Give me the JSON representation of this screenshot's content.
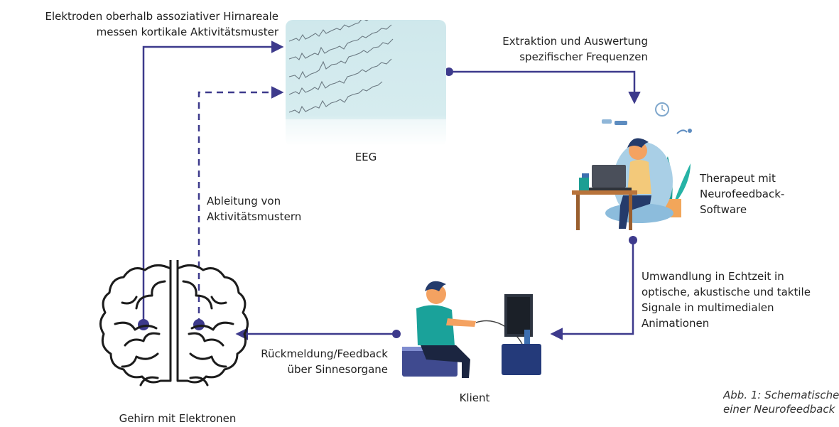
{
  "colors": {
    "accent": "#3d3a8c",
    "skin": "#f4a261",
    "hair": "#243b6b",
    "shirt_client": "#1aa29a",
    "eeg_bg": "#cfe8ec"
  },
  "labels": {
    "electrodes": "Elektroden oberhalb assoziativer Hirnareale\nmessen kortikale Aktivitätsmuster",
    "extraction": "Extraktion und Auswertung\nspezifischer Frequenzen",
    "eeg": "EEG",
    "derivation": "Ableitung von\nAktivitätsmustern",
    "therapist": "Therapeut mit\nNeurofeedback-\nSoftware",
    "conversion": "Umwandlung in Echtzeit in\noptische, akustische und taktile\nSignale in multimedialen\nAnimationen",
    "feedback": "Rückmeldung/Feedback\nüber Sinnesorgane",
    "client": "Klient",
    "brain": "Gehirn mit Elektronen",
    "caption": "Abb. 1: Schematische\neiner Neurofeedback"
  },
  "icons": [
    "brain-icon",
    "eeg-waveform-image",
    "therapist-illustration",
    "client-illustration"
  ]
}
